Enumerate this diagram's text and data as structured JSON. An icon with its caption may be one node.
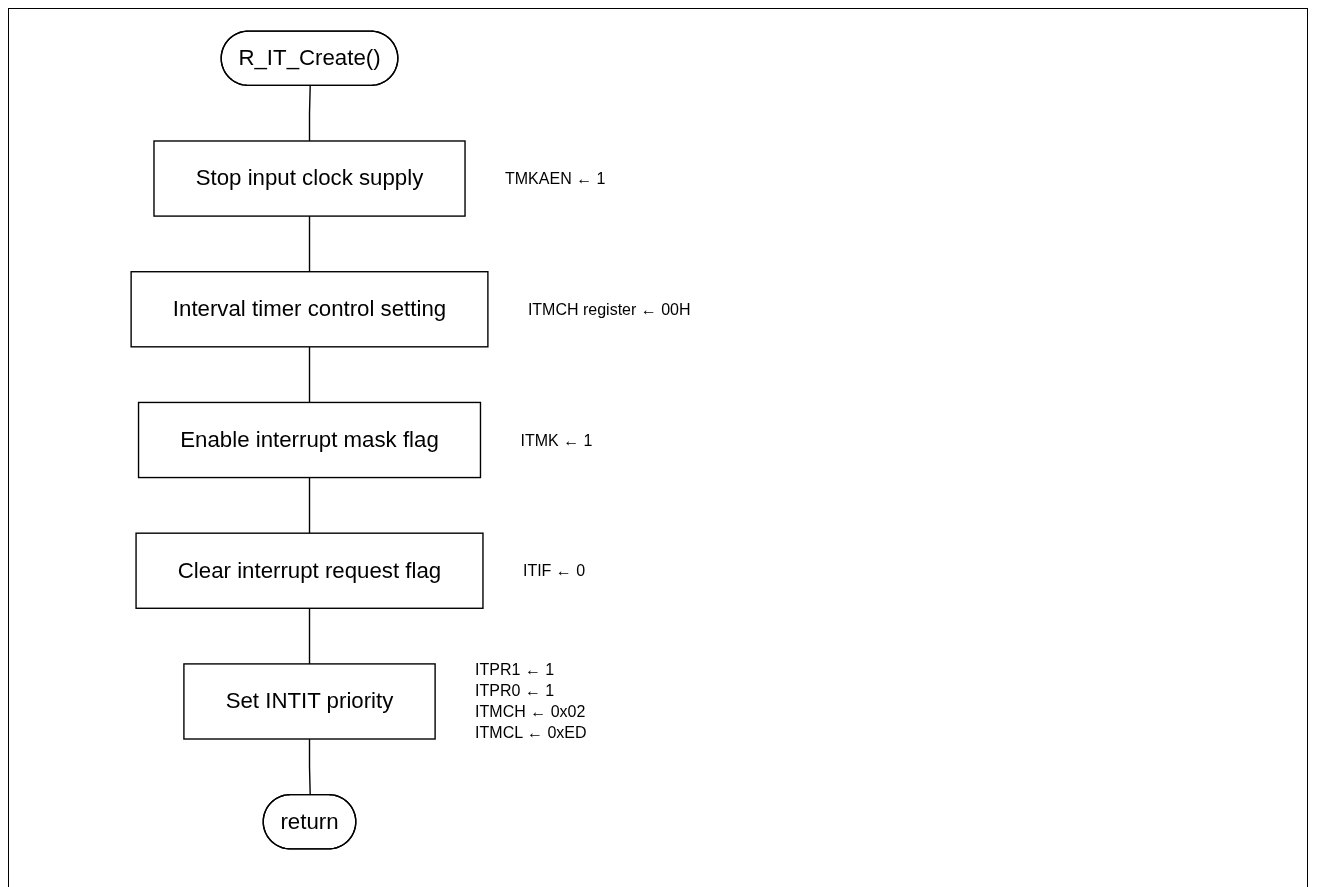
{
  "diagram": {
    "nodes": [
      {
        "text": [
          "R_IT_Create()"
        ]
      },
      {
        "text": [
          "Stop input clock supply"
        ],
        "beside": [
          "TMKAEN ← 1"
        ]
      },
      {
        "text": [
          "Interval timer control setting"
        ],
        "beside": [
          "ITMCH register ← 00H"
        ]
      },
      {
        "text": [
          "Enable interrupt mask flag"
        ],
        "beside": [
          "ITMK ← 1"
        ]
      },
      {
        "text": [
          "Clear interrupt request flag"
        ],
        "beside": [
          "ITIF ← 0"
        ]
      },
      {
        "text": [
          "Set INTIT priority"
        ],
        "beside": [
          "ITPR1 ← 1",
          "ITPR0 ← 1",
          "ITMCH ← 0x02",
          "ITMCL ← 0xED"
        ]
      },
      {
        "text": [
          "return"
        ]
      }
    ],
    "edges": [
      {
        "from": 0,
        "to": 1,
        "arrow": "none"
      },
      {
        "from": 1,
        "to": 2,
        "arrow": "none"
      },
      {
        "from": 2,
        "to": 3,
        "arrow": "none"
      },
      {
        "from": 3,
        "to": 4,
        "arrow": "none"
      },
      {
        "from": 4,
        "to": 5,
        "arrow": "none"
      },
      {
        "from": 5,
        "to": 6,
        "arrow": "none"
      }
    ]
  }
}
